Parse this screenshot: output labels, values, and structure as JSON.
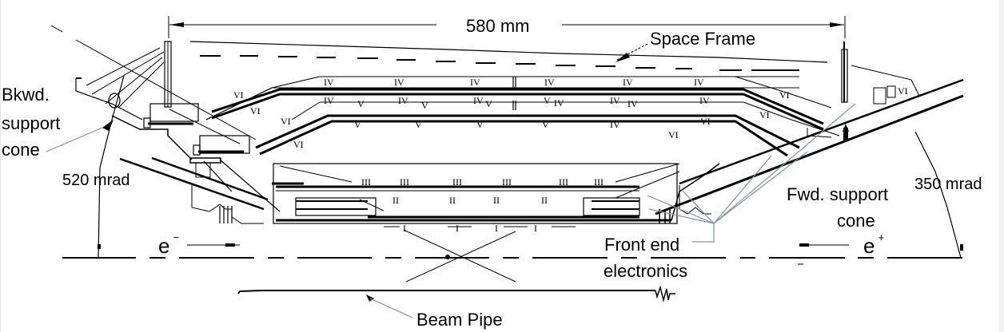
{
  "diagram": {
    "type": "detector cross-section (vertex tracker)",
    "dimension": {
      "label": "580 mm"
    },
    "labels": {
      "space_frame": "Space Frame",
      "bkwd_support_cone": [
        "Bkwd.",
        "support",
        "cone"
      ],
      "fwd_support_cone": [
        "Fwd. support",
        "cone"
      ],
      "angle_back": "520 mrad",
      "angle_fwd": "350 mrad",
      "front_end_electronics": [
        "Front end",
        "electronics"
      ],
      "beam_pipe": "Beam Pipe",
      "electron": {
        "base": "e",
        "sup": "−"
      },
      "positron": {
        "base": "e",
        "sup": "+"
      }
    },
    "layers": {
      "layer_I": [
        "I",
        "I",
        "I",
        "I"
      ],
      "layer_II": [
        "II",
        "II",
        "II",
        "II"
      ],
      "layer_III": [
        "III",
        "III",
        "III",
        "III",
        "III",
        "III"
      ],
      "layer_IV_top": [
        "IV",
        "IV",
        "IV",
        "IV",
        "IV",
        "IV"
      ],
      "layer_IV_mid": [
        "IV",
        "IV",
        "IV",
        "IV",
        "IV",
        "IV",
        "IV",
        "IV"
      ],
      "layer_V_mid": [
        "V",
        "V",
        "V",
        "V"
      ],
      "layer_V_bottom": [
        "V",
        "V",
        "V",
        "V",
        "IV"
      ],
      "layer_VI": [
        "VI",
        "VI",
        "VI",
        "VI",
        "VI",
        "VI",
        "VI",
        "VI",
        "VI"
      ]
    },
    "colors": {
      "line": "#000000",
      "leader": "#7f95ad",
      "background": "#ffffff"
    }
  }
}
